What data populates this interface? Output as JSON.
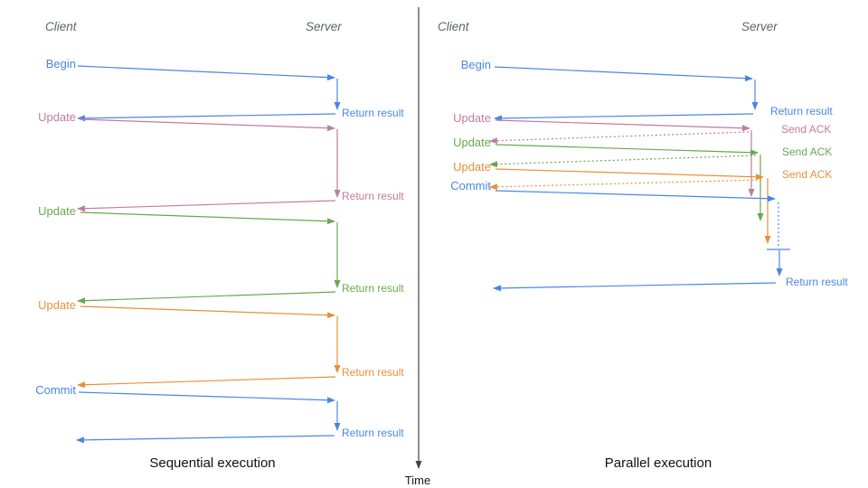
{
  "colors": {
    "blue": "#4a86e8",
    "pink": "#c27ba0",
    "green": "#6aa84f",
    "orange": "#e69138",
    "axis": "#444444",
    "header_gray": "#5f6368",
    "title_black": "#111111"
  },
  "time_axis": {
    "label": "Time"
  },
  "panels": [
    {
      "title": "Sequential execution",
      "client_label": "Client",
      "server_label": "Server",
      "messages": [
        {
          "request": "Begin",
          "color": "blue",
          "response": "Return result",
          "response_style": "solid"
        },
        {
          "request": "Update",
          "color": "pink",
          "response": "Return result",
          "response_style": "solid"
        },
        {
          "request": "Update",
          "color": "green",
          "response": "Return result",
          "response_style": "solid"
        },
        {
          "request": "Update",
          "color": "orange",
          "response": "Return result",
          "response_style": "solid"
        },
        {
          "request": "Commit",
          "color": "blue",
          "response": "Return result",
          "response_style": "solid"
        }
      ]
    },
    {
      "title": "Parallel execution",
      "client_label": "Client",
      "server_label": "Server",
      "messages": [
        {
          "request": "Begin",
          "color": "blue",
          "response": "Return result",
          "response_style": "solid"
        },
        {
          "request": "Update",
          "color": "pink",
          "response": "Send ACK",
          "response_style": "dotted"
        },
        {
          "request": "Update",
          "color": "green",
          "response": "Send ACK",
          "response_style": "dotted"
        },
        {
          "request": "Update",
          "color": "orange",
          "response": "Send ACK",
          "response_style": "dotted"
        },
        {
          "request": "Commit",
          "color": "blue",
          "response": "",
          "response_style": "none"
        }
      ],
      "final_response": "Return result"
    }
  ]
}
